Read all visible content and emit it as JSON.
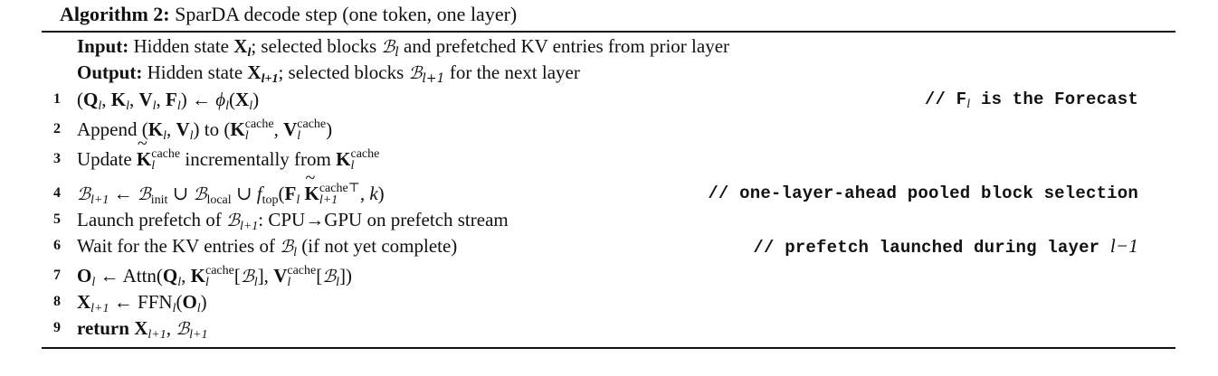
{
  "algorithm": {
    "label": "Algorithm 2:",
    "caption": "SparDA decode step (one token, one layer)"
  },
  "input": {
    "keyword": "Input:",
    "text_a": "Hidden state ",
    "text_b": "; selected blocks ",
    "text_c": " and prefetched KV entries from prior layer"
  },
  "output": {
    "keyword": "Output:",
    "text_a": "Hidden state ",
    "text_b": "; selected blocks ",
    "text_c": " for the next layer"
  },
  "lines": [
    {
      "num": "1",
      "comment": "// F",
      "comment_sub": "l",
      "comment_rest": " is the Forecast"
    },
    {
      "num": "2",
      "text_a": "Append ",
      "text_b": " to "
    },
    {
      "num": "3",
      "text_a": "Update ",
      "text_b": " incrementally from "
    },
    {
      "num": "4",
      "comment": "// one-layer-ahead pooled block selection"
    },
    {
      "num": "5",
      "text_a": "Launch prefetch of ",
      "text_b": ": CPU→GPU on prefetch stream"
    },
    {
      "num": "6",
      "text_a": "Wait for the KV entries of ",
      "text_b": " (if not yet complete)",
      "comment": "// prefetch launched during layer ",
      "comment_math": "l−1"
    },
    {
      "num": "7",
      "func": "Attn"
    },
    {
      "num": "8",
      "func": "FFN"
    },
    {
      "num": "9",
      "keyword": "return"
    }
  ],
  "math": {
    "cache": "cache",
    "cache_T": "cache⊤",
    "init": "init",
    "local": "local",
    "top": "top"
  }
}
